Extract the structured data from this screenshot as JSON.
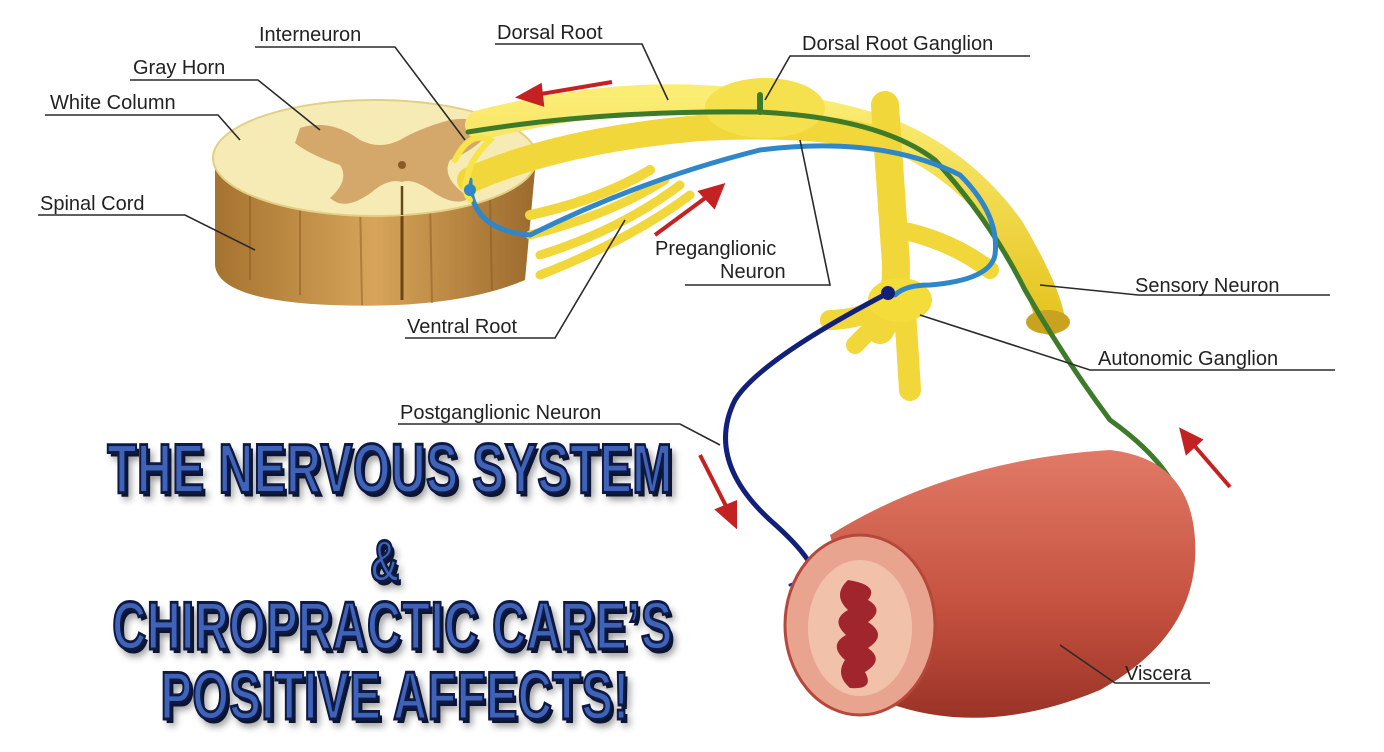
{
  "labels": {
    "interneuron": "Interneuron",
    "dorsal_root": "Dorsal Root",
    "dorsal_root_ganglion": "Dorsal Root Ganglion",
    "gray_horn": "Gray Horn",
    "white_column": "White Column",
    "spinal_cord": "Spinal Cord",
    "preganglionic_neuron_1": "Preganglionic",
    "preganglionic_neuron_2": "Neuron",
    "sensory_neuron": "Sensory Neuron",
    "ventral_root": "Ventral Root",
    "autonomic_ganglion": "Autonomic Ganglion",
    "postganglionic_neuron": "Postganglionic Neuron",
    "viscera": "Viscera"
  },
  "headline": {
    "line1": "THE NERVOUS SYSTEM",
    "line2": "&",
    "line3": "CHIROPRACTIC CARE’S",
    "line4": "POSITIVE AFFECTS!"
  },
  "colors": {
    "nerve": "#f4dc3a",
    "sensory": "#3d7a2a",
    "preganglionic": "#2f86c8",
    "postganglionic": "#12207a",
    "viscera": "#c9584a",
    "arrow": "#c42222",
    "headline": "#3f63b8"
  }
}
